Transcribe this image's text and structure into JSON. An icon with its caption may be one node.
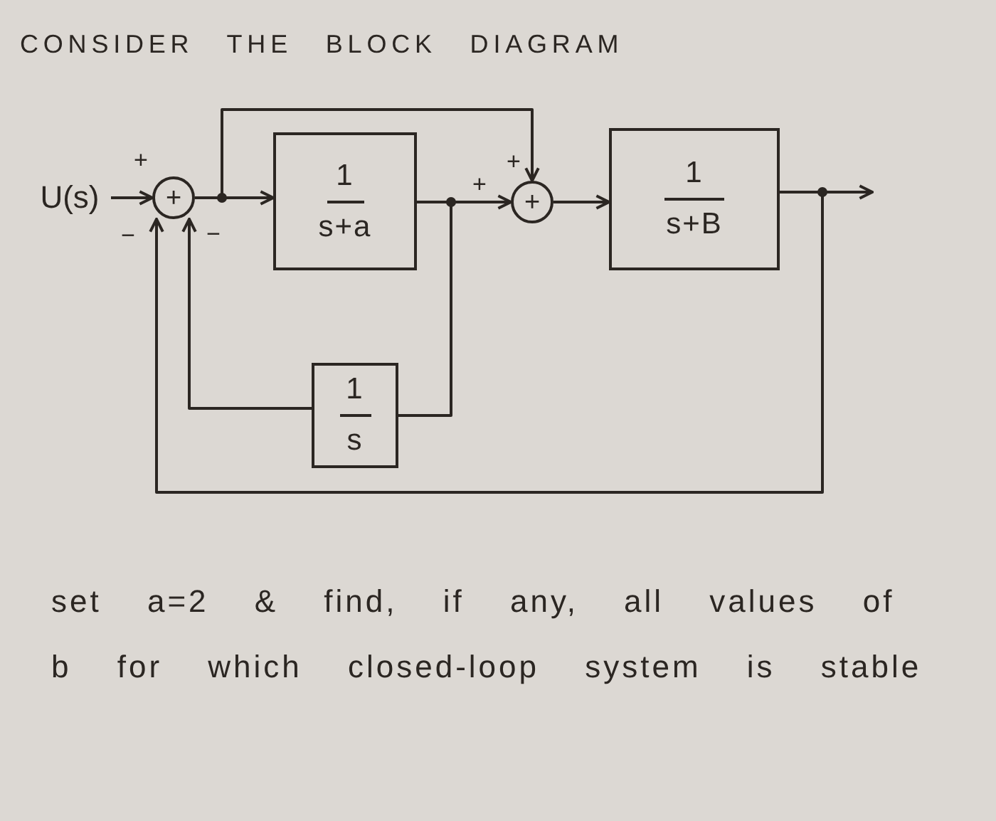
{
  "diagram": {
    "title": "CONSIDER THE BLOCK DIAGRAM",
    "caption": "set a=2 & find, if any, all values of b for which closed-loop system is stable",
    "nodes": [
      {
        "text": [
          "U(s)"
        ]
      },
      {
        "text": [
          "+"
        ]
      },
      {
        "text": [
          "1",
          "s+a"
        ]
      },
      {
        "text": [
          "+"
        ]
      },
      {
        "text": [
          "1",
          "s+B"
        ]
      },
      {
        "text": [
          "1",
          "s"
        ]
      }
    ],
    "edges": [
      {
        "from": 0,
        "to": 1,
        "arrow": "to",
        "label": "+"
      },
      {
        "from": 1,
        "to": 2,
        "arrow": "to"
      },
      {
        "from": 1,
        "to": 3,
        "arrow": "to",
        "label": "+"
      },
      {
        "from": 2,
        "to": 3,
        "arrow": "to",
        "label": "+"
      },
      {
        "from": 2,
        "to": 5,
        "arrow": "none"
      },
      {
        "from": 5,
        "to": 1,
        "arrow": "to",
        "label": "−"
      },
      {
        "from": 3,
        "to": 4,
        "arrow": "to"
      },
      {
        "from": 4,
        "to": null,
        "arrow": "to"
      },
      {
        "from": 4,
        "to": 1,
        "arrow": "to",
        "label": "−"
      }
    ]
  }
}
